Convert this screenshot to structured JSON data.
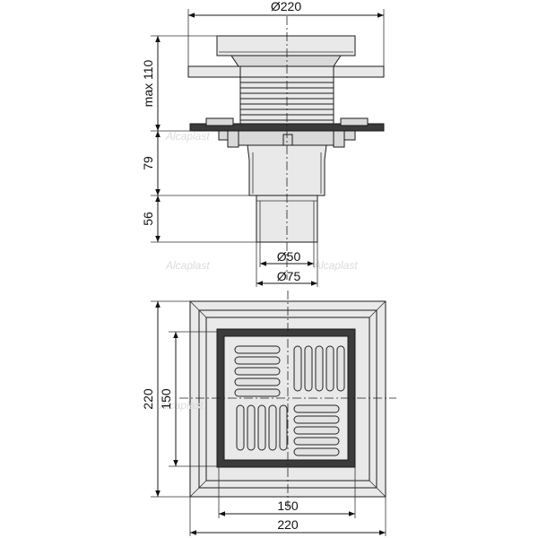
{
  "dimensions": {
    "top_width": "Ø220",
    "max_height": "max 110",
    "body_height": "79",
    "outlet_height": "56",
    "outlet_inner": "Ø50",
    "outlet_outer": "Ø75",
    "plan_height_outer": "220",
    "plan_height_inner": "150",
    "plan_width_inner": "150",
    "plan_width_outer": "220"
  },
  "watermark": "Alcaplast"
}
